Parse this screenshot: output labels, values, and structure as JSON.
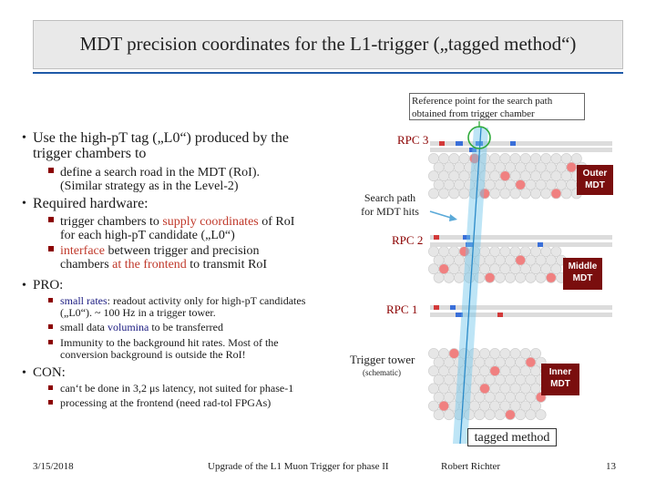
{
  "title": "MDT precision coordinates for the L1-trigger („tagged method“)",
  "bullets": {
    "b1_line1": "Use the high-pT tag („L0“) produced by the",
    "b1_line2": "trigger chambers to",
    "b1_sub1_line1": "define a search road in the MDT (RoI).",
    "b1_sub1_line2": "(Similar strategy as in the Level-2)",
    "b2": "Required hardware:",
    "b2_sub1_line1_a": "trigger chambers to ",
    "b2_sub1_line1_b": "supply coordinates",
    "b2_sub1_line1_c": " of RoI",
    "b2_sub1_line2": "for each high-pT candidate („L0“)",
    "b2_sub2_line1_a": "interface",
    "b2_sub2_line1_b": " between trigger and precision",
    "b2_sub2_line2_a": "chambers ",
    "b2_sub2_line2_b": "at the frontend",
    "b2_sub2_line2_c": " to transmit RoI",
    "b3": "PRO:",
    "pro1_line1_a": "small rates",
    "pro1_line1_b": ": readout activity only for high-pT candidates",
    "pro1_line2": "(„L0“). ~ 100 Hz in a trigger tower.",
    "pro2_a": "small data ",
    "pro2_b": "volumina",
    "pro2_c": " to be transferred",
    "pro3_line1": "Immunity to the background hit rates. Most of the",
    "pro3_line2": "conversion background is outside the RoI!",
    "b4": "CON:",
    "con1": "can‘t be done in 3,2 μs latency, not suited for phase-1",
    "con2": "processing at the frontend (need rad-tol FPGAs)"
  },
  "diagram": {
    "ref_box_line1": "Reference point for the search path",
    "ref_box_line2": "obtained from trigger chamber",
    "rpc3": "RPC 3",
    "rpc2": "RPC 2",
    "rpc1": "RPC 1",
    "outer_mdt_line1": "Outer",
    "outer_mdt_line2": "MDT",
    "middle_mdt_line1": "Middle",
    "middle_mdt_line2": "MDT",
    "inner_mdt_line1": "Inner",
    "inner_mdt_line2": "MDT",
    "search_path_line1": "Search path",
    "search_path_line2": "for MDT hits",
    "trigger_tower": "Trigger tower",
    "schematic": "(schematic)",
    "tagged_method": "tagged method"
  },
  "footer": {
    "date": "3/15/2018",
    "center": "Upgrade of the L1 Muon Trigger for phase II",
    "author": "Robert Richter",
    "page": "13"
  },
  "colors": {
    "title_line": "#1f5aa8",
    "mdt_tag": "#7a0e0e",
    "track": "#6ec6ea",
    "tube": "#e6e6e6",
    "hit": "#f08080",
    "rpc_blue": "#3a6fd8",
    "rpc_red": "#d23a3a"
  }
}
